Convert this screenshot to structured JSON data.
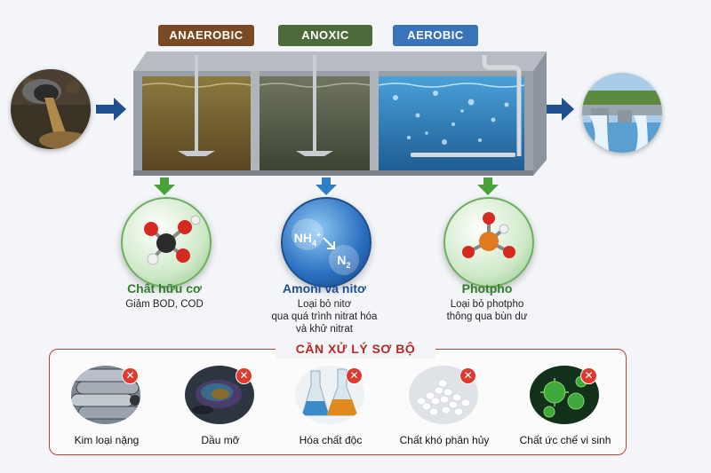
{
  "stages": [
    {
      "label": "ANAEROBIC",
      "color": "#7a4a26"
    },
    {
      "label": "ANOXIC",
      "color": "#4d6b3a"
    },
    {
      "label": "AEROBIC",
      "color": "#3a73b8"
    }
  ],
  "pollutants": [
    {
      "title": "Chất hữu cơ",
      "desc": [
        "Giảm BOD, COD"
      ],
      "color": "#2f7d2a"
    },
    {
      "title": "Amoni và nitơ",
      "desc": [
        "Loại bỏ nitơ",
        "qua quá trình nitrat hóa",
        "và khử nitrat"
      ],
      "color": "#1f4f8f",
      "formula": {
        "nh": "NH",
        "sub": "4",
        "sup": "+",
        "n": "N",
        "n_sub": "2"
      }
    },
    {
      "title": "Photpho",
      "desc": [
        "Loại bỏ photpho",
        "thông qua bùn dư"
      ],
      "color": "#2f7d2a"
    }
  ],
  "pretreatment": {
    "title": "CẦN XỬ LÝ SƠ BỘ",
    "items": [
      {
        "label": "Kim loại nặng",
        "icon": "metal-pipes"
      },
      {
        "label": "Dầu mỡ",
        "icon": "oil-slick"
      },
      {
        "label": "Hóa chất độc",
        "icon": "chemical-flasks"
      },
      {
        "label": "Chất khó phân hủy",
        "icon": "plastic-pellets"
      },
      {
        "label": "Chất ức chế vi sinh",
        "icon": "microbes"
      }
    ],
    "badge": "✕"
  }
}
